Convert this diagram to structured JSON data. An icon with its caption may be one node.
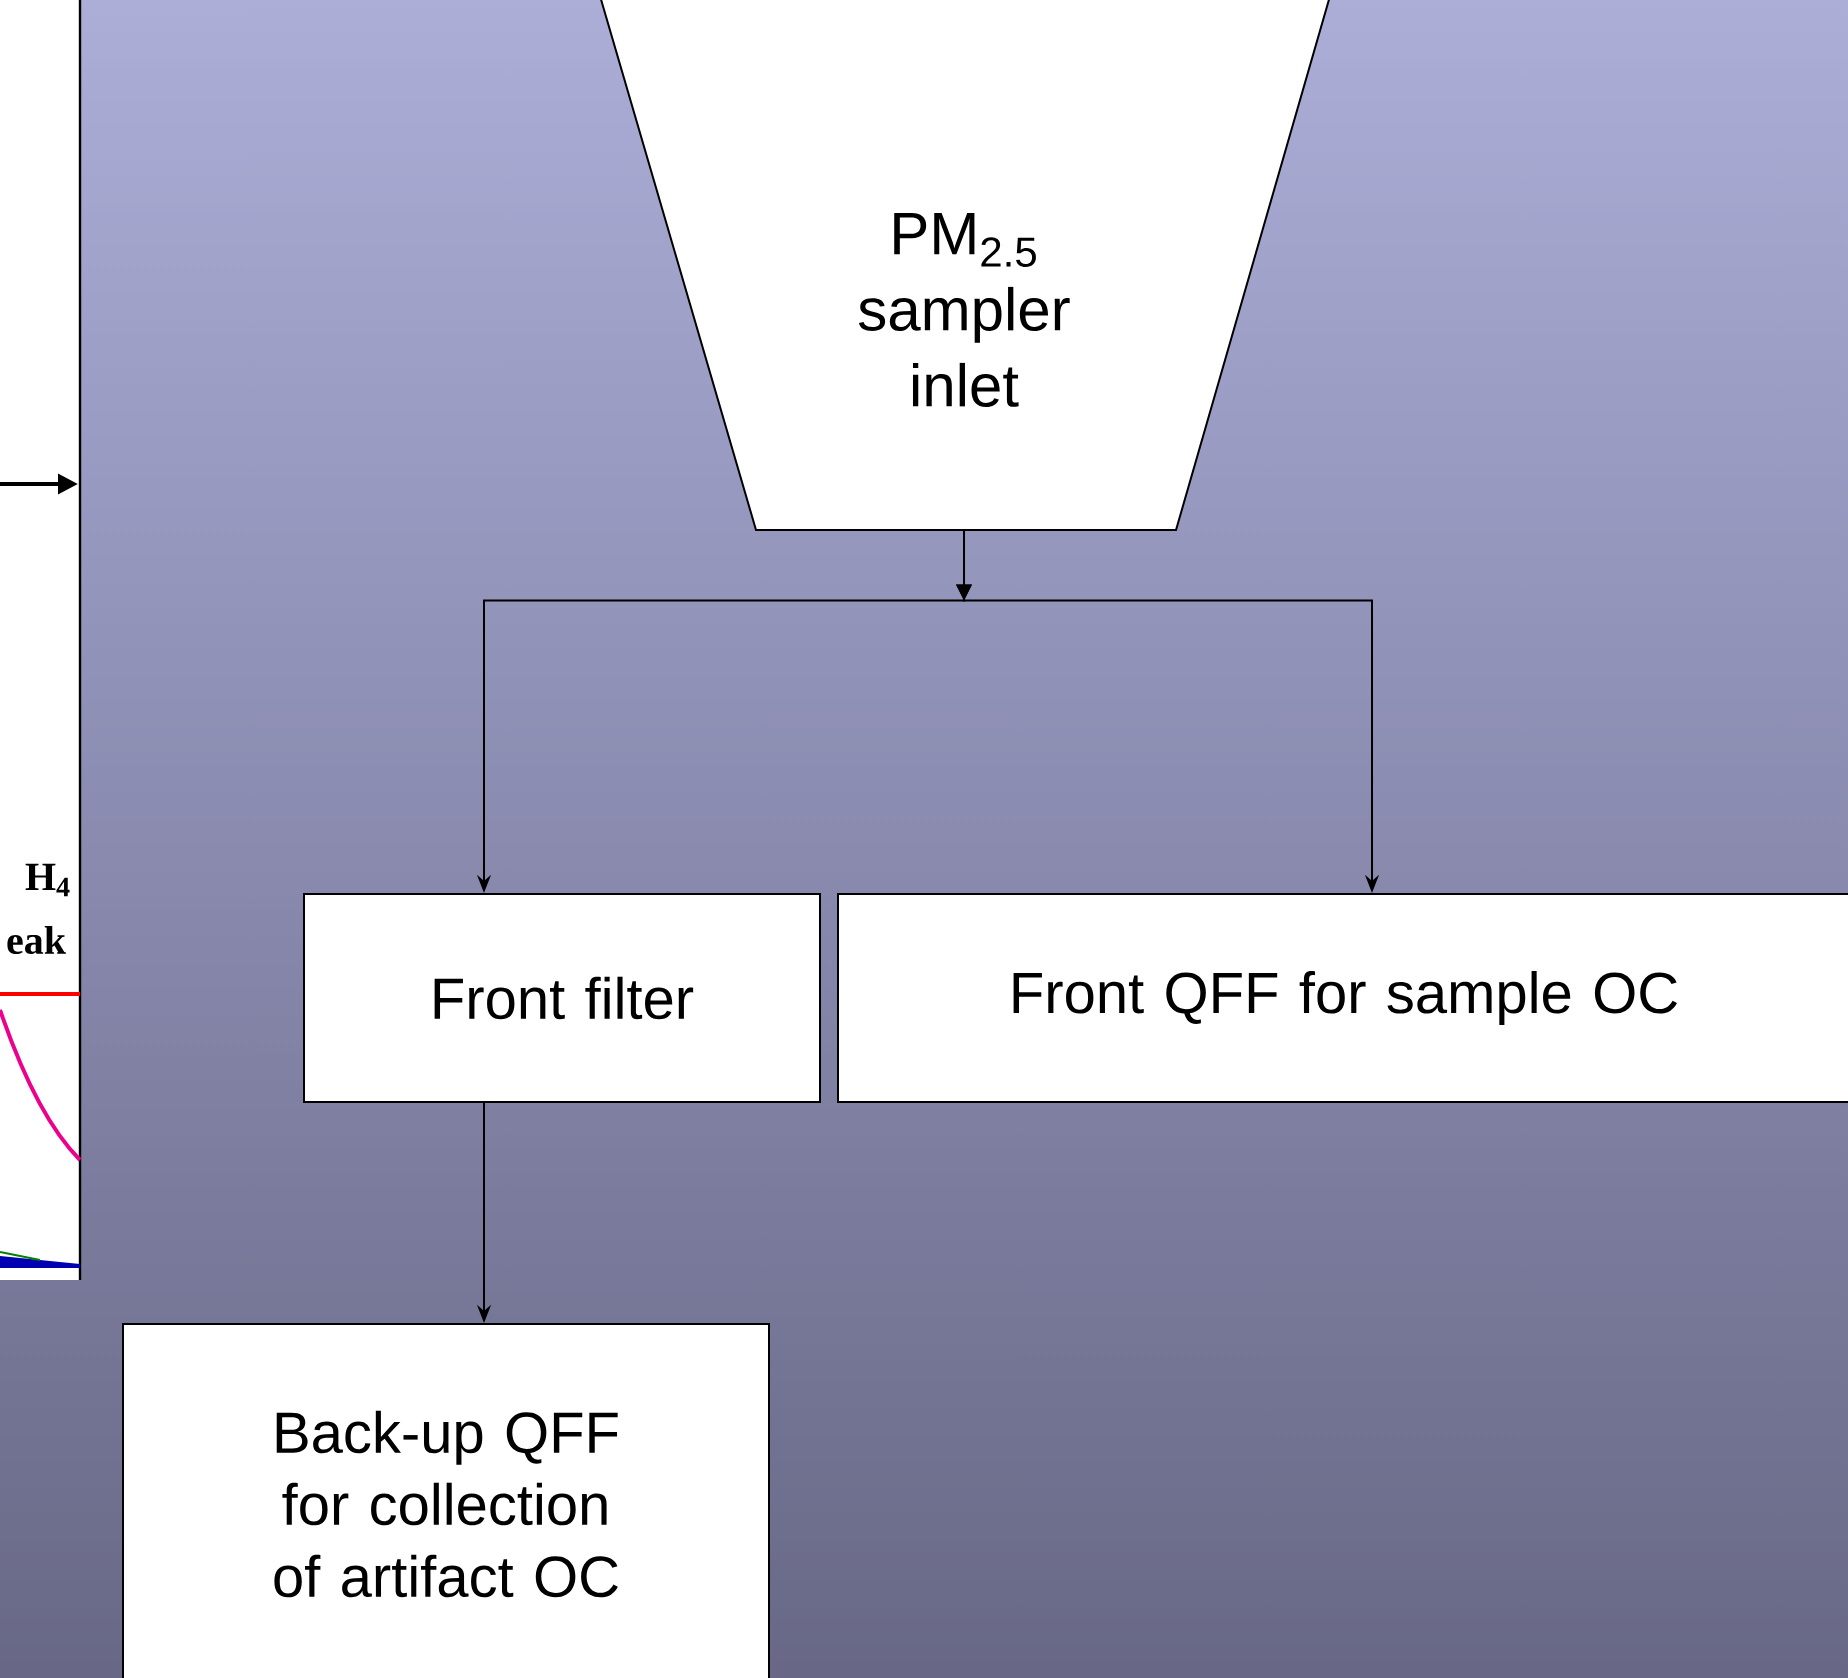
{
  "diagram": {
    "nodes": [
      {
        "text": [
          "PM$_{2.5}$ sampler inlet"
        ]
      },
      {
        "text": [
          "Front filter"
        ]
      },
      {
        "text": [
          "Front QFF for sample OC"
        ]
      },
      {
        "text": [
          "Back-up QFF for collection of artifact OC"
        ]
      }
    ],
    "edges": [
      {
        "from": 0,
        "to": 1,
        "arrow": "to"
      },
      {
        "from": 0,
        "to": 2,
        "arrow": "to"
      },
      {
        "from": 1,
        "to": 3,
        "arrow": "to"
      }
    ],
    "labels": [
      "H$_{4}$",
      "eak"
    ]
  }
}
